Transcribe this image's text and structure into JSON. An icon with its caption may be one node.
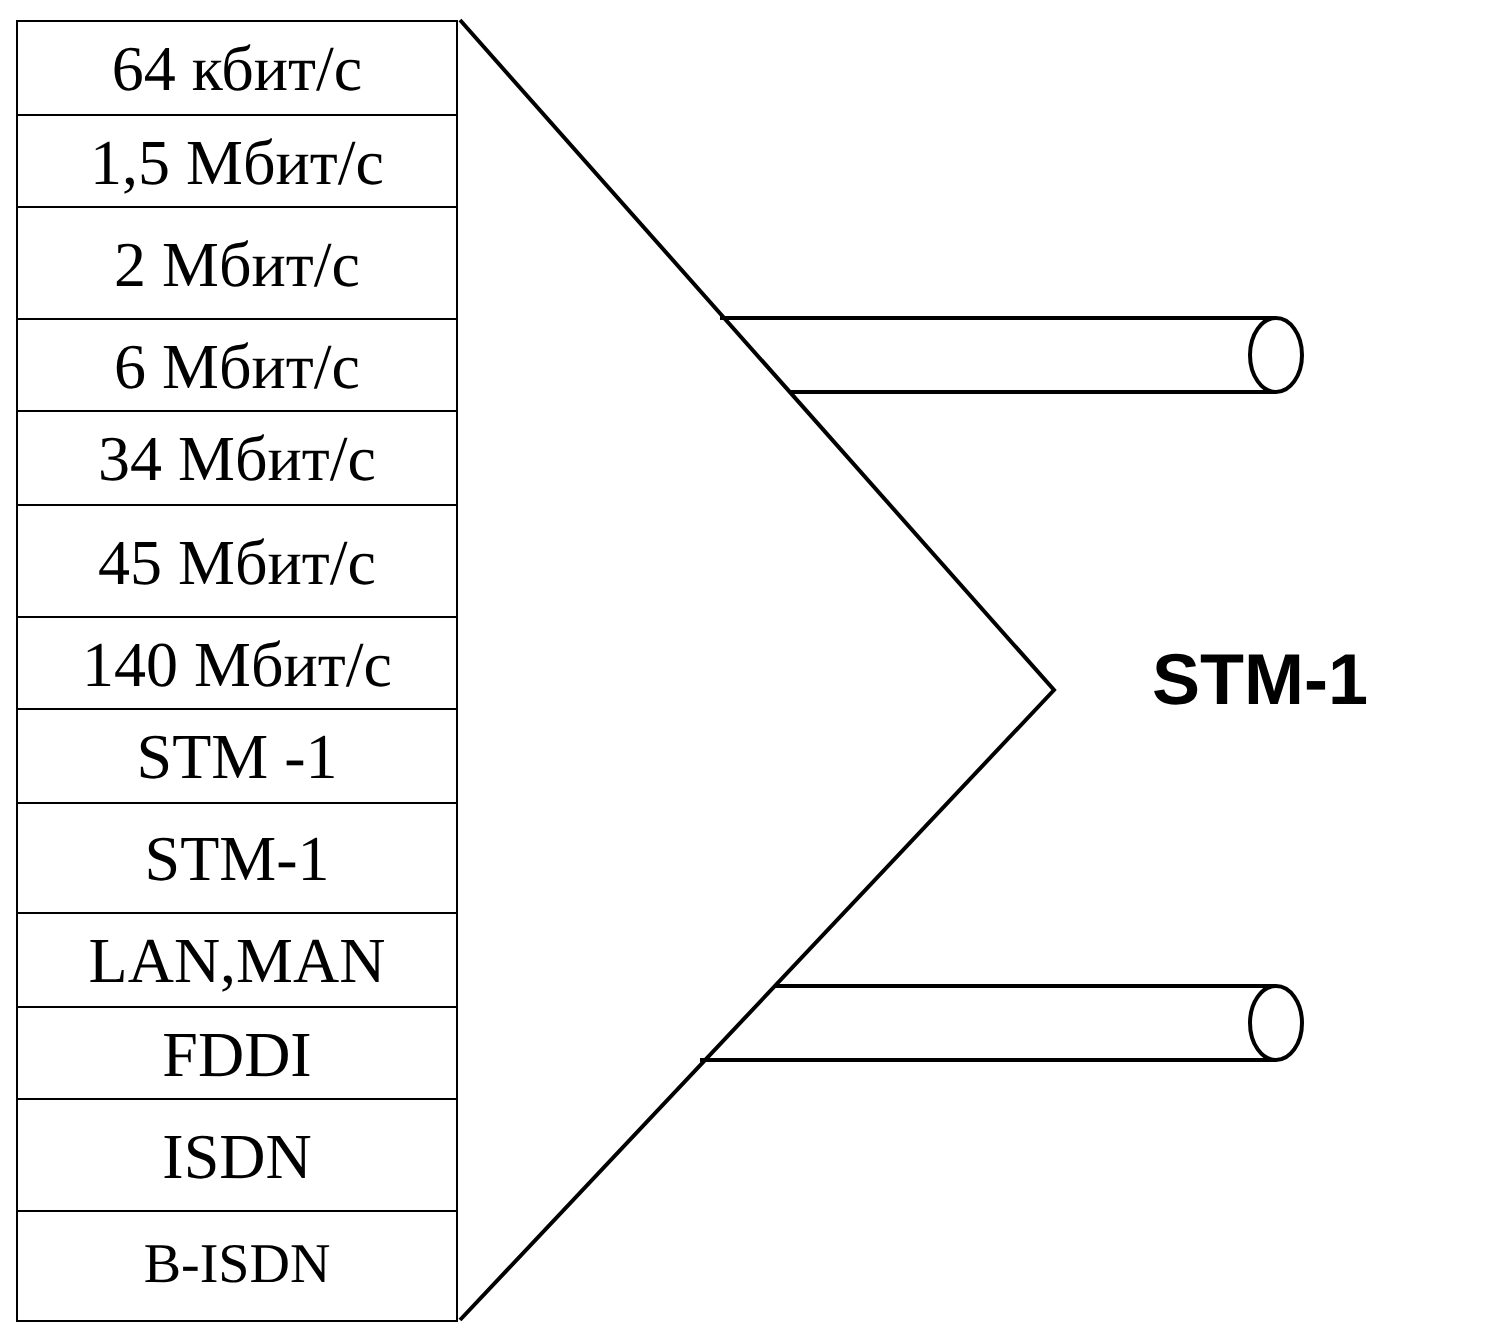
{
  "diagram": {
    "nodes": [
      {
        "text": [
          "64 кбит/с"
        ]
      },
      {
        "text": [
          "1,5 Мбит/с"
        ]
      },
      {
        "text": [
          "2 Мбит/с"
        ]
      },
      {
        "text": [
          "6 Мбит/с"
        ]
      },
      {
        "text": [
          "34 Мбит/с"
        ]
      },
      {
        "text": [
          "45 Мбит/с"
        ]
      },
      {
        "text": [
          "140 Мбит/с"
        ]
      },
      {
        "text": [
          "STM -1"
        ]
      },
      {
        "text": [
          "STM-1"
        ]
      },
      {
        "text": [
          "LAN,MAN"
        ]
      },
      {
        "text": [
          "FDDI"
        ]
      },
      {
        "text": [
          "ISDN"
        ]
      },
      {
        "text": [
          "B-ISDN"
        ]
      }
    ],
    "labels": [
      "STM-1"
    ]
  }
}
